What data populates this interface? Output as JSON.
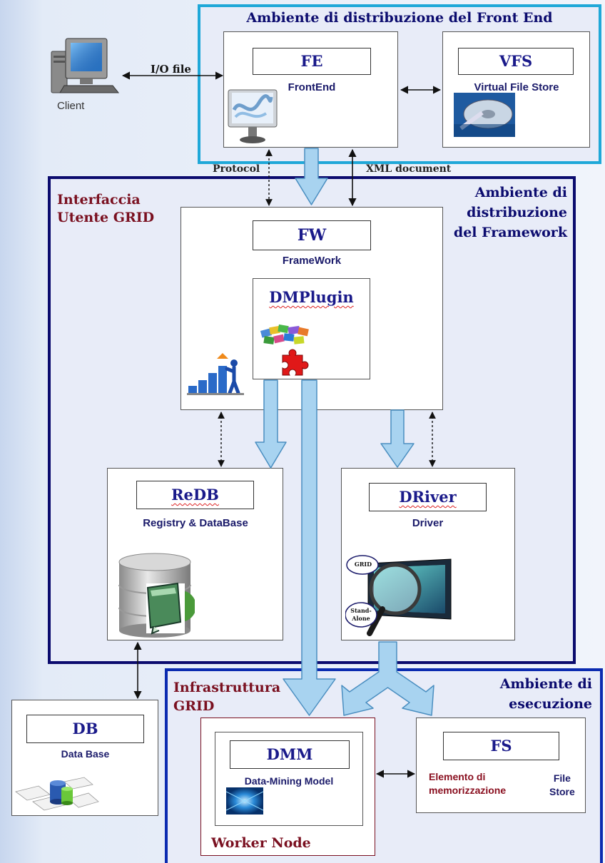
{
  "client": {
    "label": "Client",
    "io_label": "I/O file"
  },
  "frontend_env": {
    "title": "Ambiente di distribuzione del Front End"
  },
  "fe": {
    "code": "FE",
    "name": "FrontEnd"
  },
  "vfs": {
    "code": "VFS",
    "name": "Virtual File Store"
  },
  "links": {
    "protocol": "Protocol",
    "xml": "XML document"
  },
  "framework_env": {
    "left_title": [
      "Interfaccia",
      "Utente GRID"
    ],
    "right_title": [
      "Ambiente di",
      "distribuzione",
      "del Framework"
    ]
  },
  "fw": {
    "code": "FW",
    "name": "FrameWork"
  },
  "dmplugin": {
    "code": "DMPlugin"
  },
  "redb": {
    "code": "ReDB",
    "name": "Registry & DataBase"
  },
  "driver": {
    "code": "DRiver",
    "name": "Driver",
    "grid": "GRID",
    "standalone": [
      "Stand-",
      "Alone"
    ]
  },
  "db": {
    "code": "DB",
    "name": "Data Base"
  },
  "exec_env": {
    "left_title": [
      "Infrastruttura",
      "GRID"
    ],
    "right_title": [
      "Ambiente di",
      "esecuzione"
    ]
  },
  "dmm": {
    "code": "DMM",
    "name": "Data-Mining Model"
  },
  "worker": {
    "label": "Worker Node"
  },
  "fs": {
    "code": "FS",
    "left": [
      "Elemento di",
      "memorizzazione"
    ],
    "right": [
      "File",
      "Store"
    ]
  },
  "colors": {
    "navy": "#0b0b6e",
    "cyan": "#1fa8d8",
    "arrow_fill": "#a8d3f0",
    "arrow_stroke": "#4a8ec0",
    "maroon": "#7a1020"
  }
}
